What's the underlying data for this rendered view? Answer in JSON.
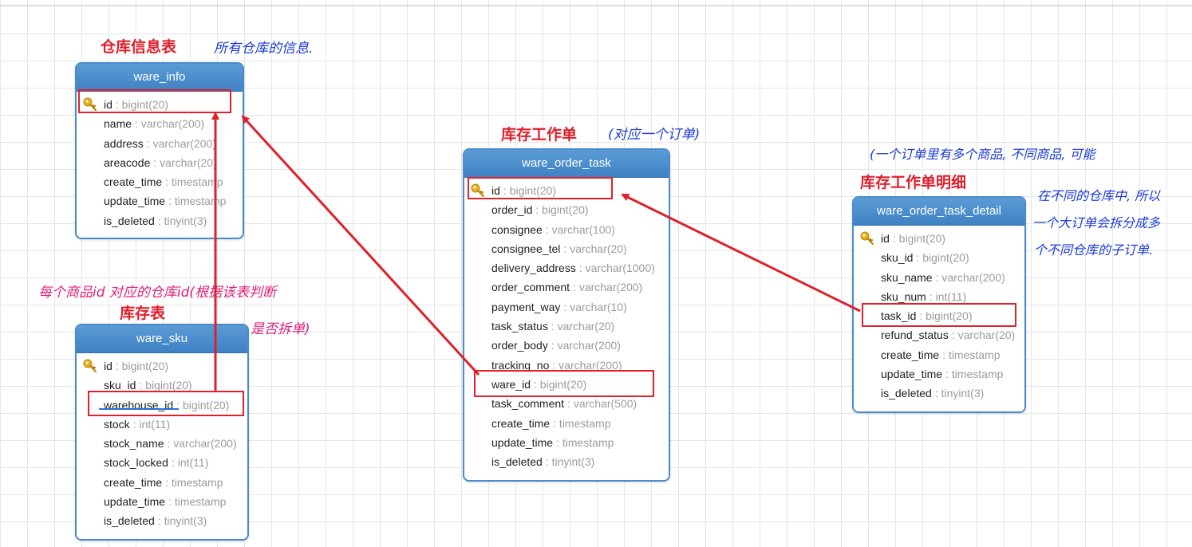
{
  "tables": {
    "ware_info": {
      "name": "ware_info",
      "fields": [
        {
          "name": "id",
          "type": ": bigint(20)",
          "pk": true
        },
        {
          "name": "name",
          "type": ": varchar(200)"
        },
        {
          "name": "address",
          "type": ": varchar(200)"
        },
        {
          "name": "areacode",
          "type": ": varchar(20)"
        },
        {
          "name": "create_time",
          "type": ": timestamp"
        },
        {
          "name": "update_time",
          "type": ": timestamp"
        },
        {
          "name": "is_deleted",
          "type": ": tinyint(3)"
        }
      ]
    },
    "ware_sku": {
      "name": "ware_sku",
      "fields": [
        {
          "name": "id",
          "type": ": bigint(20)",
          "pk": true
        },
        {
          "name": "sku_id",
          "type": ": bigint(20)"
        },
        {
          "name": "warehouse_id",
          "type": ": bigint(20)"
        },
        {
          "name": "stock",
          "type": ": int(11)"
        },
        {
          "name": "stock_name",
          "type": ": varchar(200)"
        },
        {
          "name": "stock_locked",
          "type": ": int(11)"
        },
        {
          "name": "create_time",
          "type": ": timestamp"
        },
        {
          "name": "update_time",
          "type": ": timestamp"
        },
        {
          "name": "is_deleted",
          "type": ": tinyint(3)"
        }
      ]
    },
    "ware_order_task": {
      "name": "ware_order_task",
      "fields": [
        {
          "name": "id",
          "type": ": bigint(20)",
          "pk": true
        },
        {
          "name": "order_id",
          "type": ": bigint(20)"
        },
        {
          "name": "consignee",
          "type": ": varchar(100)"
        },
        {
          "name": "consignee_tel",
          "type": ": varchar(20)"
        },
        {
          "name": "delivery_address",
          "type": ": varchar(1000)"
        },
        {
          "name": "order_comment",
          "type": ": varchar(200)"
        },
        {
          "name": "payment_way",
          "type": ": varchar(10)"
        },
        {
          "name": "task_status",
          "type": ": varchar(20)"
        },
        {
          "name": "order_body",
          "type": ": varchar(200)"
        },
        {
          "name": "tracking_no",
          "type": ": varchar(200)"
        },
        {
          "name": "ware_id",
          "type": ": bigint(20)"
        },
        {
          "name": "task_comment",
          "type": ": varchar(500)"
        },
        {
          "name": "create_time",
          "type": ": timestamp"
        },
        {
          "name": "update_time",
          "type": ": timestamp"
        },
        {
          "name": "is_deleted",
          "type": ": tinyint(3)"
        }
      ]
    },
    "ware_order_task_detail": {
      "name": "ware_order_task_detail",
      "fields": [
        {
          "name": "id",
          "type": ": bigint(20)",
          "pk": true
        },
        {
          "name": "sku_id",
          "type": ": bigint(20)"
        },
        {
          "name": "sku_name",
          "type": ": varchar(200)"
        },
        {
          "name": "sku_num",
          "type": ": int(11)"
        },
        {
          "name": "task_id",
          "type": ": bigint(20)"
        },
        {
          "name": "refund_status",
          "type": ": varchar(20)"
        },
        {
          "name": "create_time",
          "type": ": timestamp"
        },
        {
          "name": "update_time",
          "type": ": timestamp"
        },
        {
          "name": "is_deleted",
          "type": ": tinyint(3)"
        }
      ]
    }
  },
  "labels": {
    "ware_info_title": "仓库信息表",
    "ware_info_note": "所有仓库的信息.",
    "ware_sku_title": "库存表",
    "ware_sku_note_line1": "每个商品id 对应的仓库id(根据该表判断",
    "ware_sku_note_line2": "是否拆单)",
    "task_title": "库存工作单",
    "task_note": "(对应一个订单)",
    "detail_title": "库存工作单明细",
    "detail_note_line1": "(一个订单里有多个商品, 不同商品, 可能",
    "detail_note_line2": "在不同的仓库中, 所以",
    "detail_note_line3": "一个大订单会拆分成多",
    "detail_note_line4": "个不同仓库的子订单."
  },
  "colors": {
    "header": "#4a8ccb",
    "annotation_red": "#e0202a",
    "handwriting_blue": "#1a3ad8",
    "handwriting_pink": "#e0207a"
  }
}
